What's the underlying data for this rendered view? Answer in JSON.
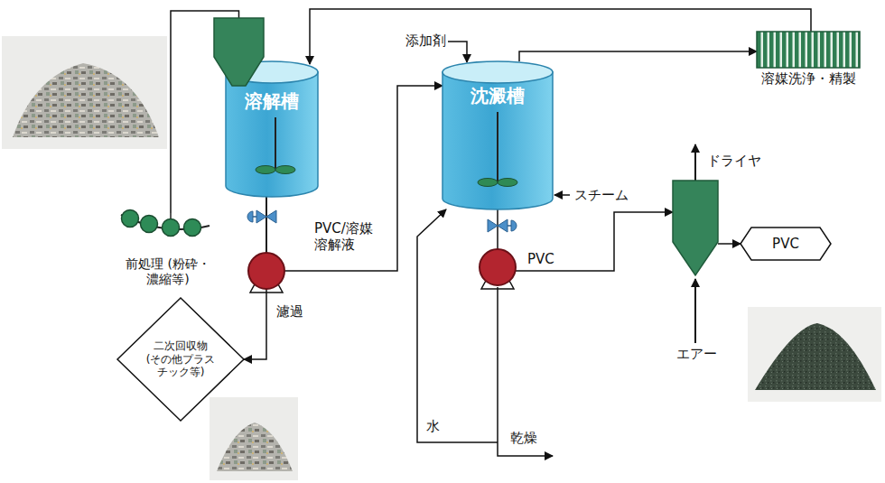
{
  "diagram": {
    "nodes": [
      {
        "text": [
          "前処理 (粉砕・濃縮等)"
        ]
      },
      {
        "text": [
          "溶解槽"
        ]
      },
      {
        "text": [
          "二次回収物 (その他プラスチック等)"
        ]
      },
      {
        "text": [
          "沈澱槽"
        ]
      },
      {
        "text": [
          "溶媒洗浄・精製"
        ]
      },
      {
        "text": [
          "ドライヤ"
        ]
      },
      {
        "text": [
          "PVC"
        ]
      }
    ],
    "edges": [
      {
        "from": 0,
        "to": 1,
        "arrow": "none"
      },
      {
        "from": 1,
        "to": 3,
        "label": "PVC/溶媒 溶解液",
        "arrow": "to"
      },
      {
        "from": 1,
        "to": 2,
        "label": "濾過",
        "arrow": "to"
      },
      {
        "from": 3,
        "to": 4,
        "arrow": "to"
      },
      {
        "from": 4,
        "to": 1,
        "arrow": "to"
      },
      {
        "from": 3,
        "to": 5,
        "label": "PVC",
        "arrow": "to"
      },
      {
        "from": 5,
        "to": 6,
        "arrow": "to"
      }
    ],
    "labels": [
      "添加剤",
      "スチーム",
      "水",
      "乾燥",
      "エアー"
    ]
  }
}
